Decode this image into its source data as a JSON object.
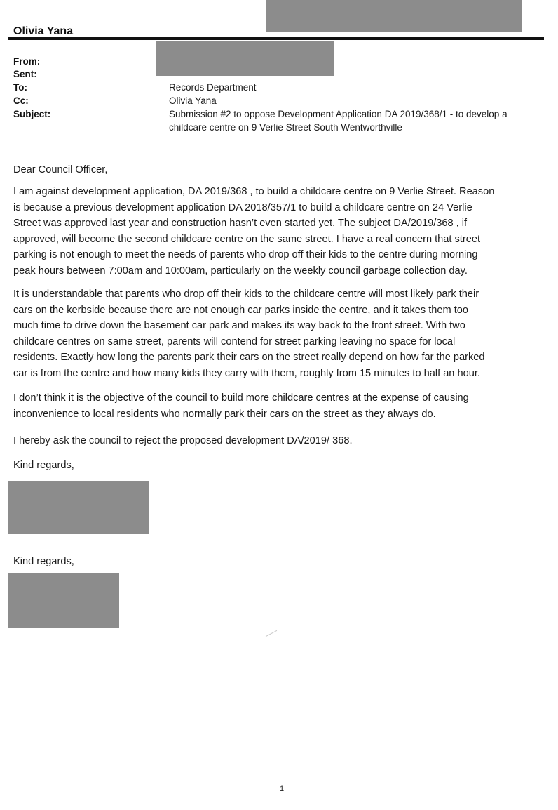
{
  "sender_name": "Olivia Yana",
  "header": {
    "from_label": "From:",
    "sent_label": "Sent:",
    "to_label": "To:",
    "cc_label": "Cc:",
    "subject_label": "Subject:",
    "to_value": "Records Department",
    "cc_value": "Olivia Yana",
    "subject_line1": "Submission #2 to oppose Development Application DA 2019/368/1 - to develop a",
    "subject_line2": "childcare centre on 9 Verlie Street South Wentworthville"
  },
  "body": {
    "salutation": "Dear Council Officer,",
    "paragraphs": [
      {
        "lines": [
          "I am against development application, DA 2019/368 , to build a childcare centre on 9 Verlie Street. Reason",
          "is  because a previous development application DA 2018/357/1 to build a childcare centre on 24 Verlie",
          "Street was approved last year and construction hasn’t even started yet. The subject  DA/2019/368 , if",
          "approved, will become the second childcare centre on the same street. I have a real concern that street",
          "parking is not enough to meet the needs of parents who drop off their kids to the centre during morning",
          "peak hours between 7:00am and 10:00am, particularly on the weekly council garbage collection day."
        ]
      },
      {
        "lines": [
          "It is understandable that parents who drop off their kids to the childcare centre will most likely park their",
          "cars on the kerbside  because there are not enough car parks inside the centre, and  it takes them too",
          "much time to drive down the basement car park and makes its way back to the front street. With two",
          "childcare centres on same street, parents will contend for street parking leaving no space for local",
          "residents. Exactly how long the parents park their cars on the street really depend on how far the parked",
          "car is from the centre and how many kids they carry with them, roughly from 15 minutes to half an hour."
        ]
      },
      {
        "lines": [
          "I don’t think it is the objective of the council to build more childcare centres at the expense of causing",
          "inconvenience to local residents who normally park their cars on the street as they always do."
        ]
      },
      {
        "lines": [
          "I hereby ask the council to reject the proposed development DA/2019/ 368."
        ]
      }
    ],
    "closing1": "Kind regards,",
    "closing2": "Kind regards,"
  },
  "page_number": "1",
  "colors": {
    "redaction": "#8c8c8c",
    "text": "#1a1a1a",
    "rule": "#111111"
  }
}
